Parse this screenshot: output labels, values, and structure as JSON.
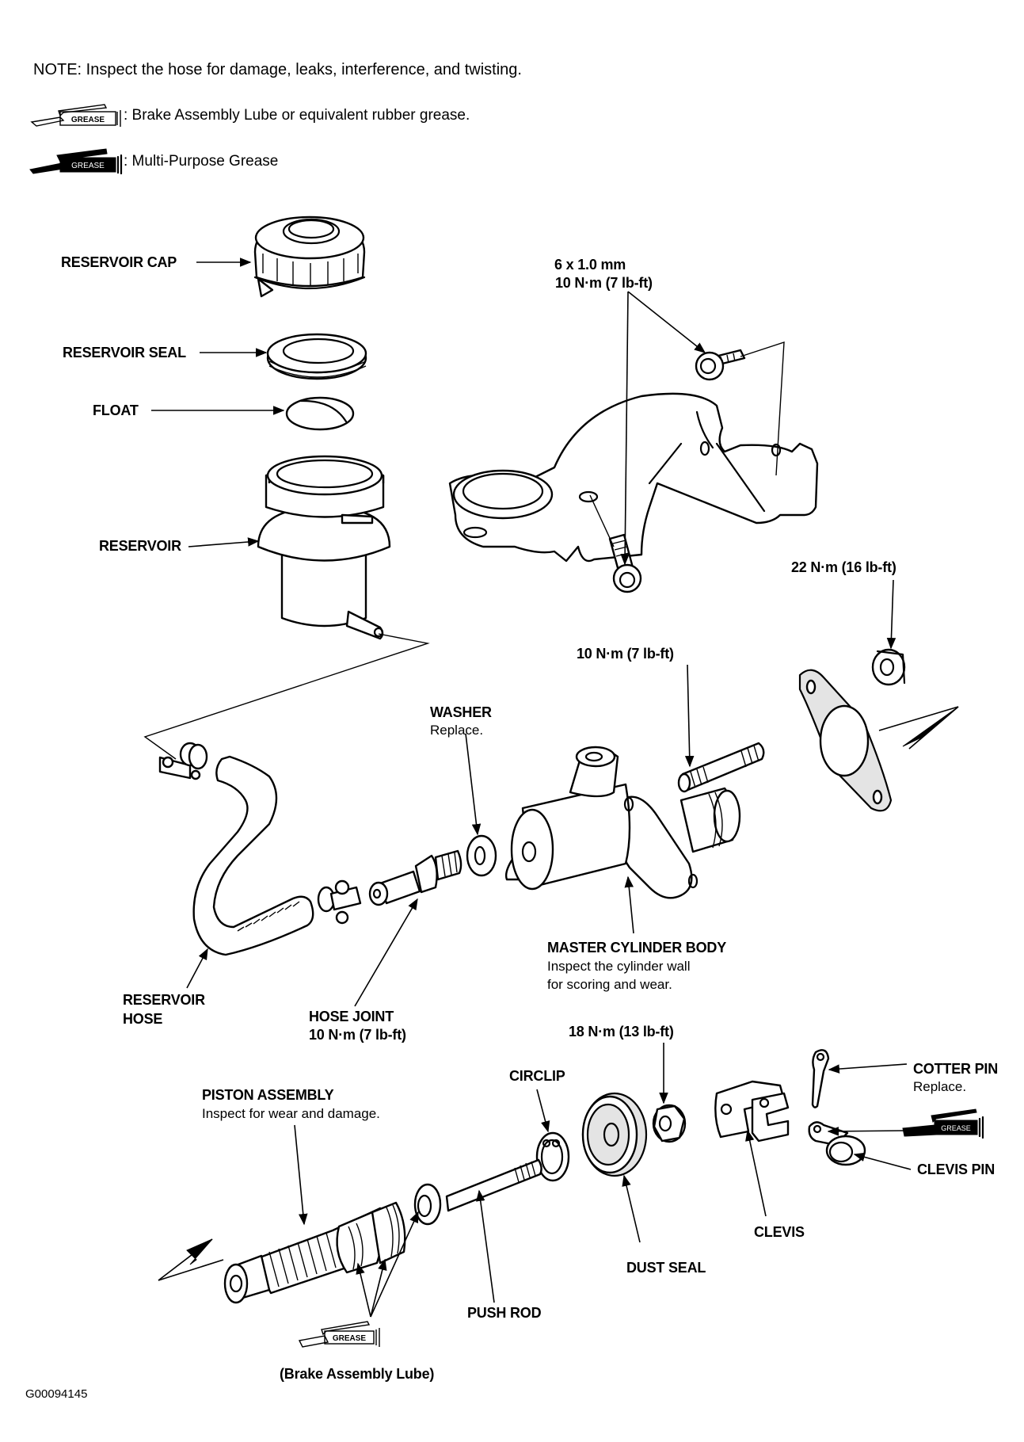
{
  "note": "NOTE:  Inspect the hose for damage, leaks, interference, and twisting.",
  "legend": [
    {
      "icon": "grease-gun-outline-icon",
      "icon_text": "GREASE",
      "text": ": Brake Assembly Lube or equivalent rubber grease."
    },
    {
      "icon": "grease-gun-solid-icon",
      "icon_text": "GREASE",
      "text": ": Multi-Purpose Grease"
    }
  ],
  "labels": {
    "reservoir_cap": "RESERVOIR CAP",
    "reservoir_seal": "RESERVOIR SEAL",
    "float": "FLOAT",
    "reservoir": "RESERVOIR",
    "bracket_bolt_size": "6 x 1.0 mm",
    "bracket_bolt_torque": "10 N·m (7 lb-ft)",
    "mount_nut_torque": "22 N·m (16 lb-ft)",
    "stud_torque": "10 N·m (7 lb-ft)",
    "washer": "WASHER",
    "washer_note": "Replace.",
    "master_cylinder_body": "MASTER CYLINDER BODY",
    "master_cylinder_note_1": "Inspect the cylinder wall",
    "master_cylinder_note_2": "for scoring and wear.",
    "reservoir_hose_1": "RESERVOIR",
    "reservoir_hose_2": "HOSE",
    "hose_joint": "HOSE JOINT",
    "hose_joint_torque": "10 N·m (7 lb-ft)",
    "locknut_torque": "18 N·m (13 lb-ft)",
    "circlip": "CIRCLIP",
    "cotter_pin": "COTTER PIN",
    "cotter_pin_note": "Replace.",
    "piston_assembly": "PISTON ASSEMBLY",
    "piston_assembly_note": "Inspect for wear and damage.",
    "clevis_pin": "CLEVIS PIN",
    "clevis": "CLEVIS",
    "dust_seal": "DUST SEAL",
    "push_rod": "PUSH ROD",
    "brake_lube_caption": "(Brake Assembly Lube)",
    "grease_icon_text": "GREASE"
  },
  "figure_id": "G00094145"
}
